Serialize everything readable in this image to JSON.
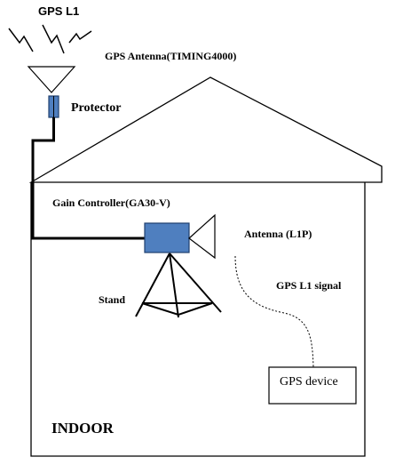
{
  "labels": {
    "gps_l1": "GPS L1",
    "gps_antenna": "GPS Antenna(TIMING4000)",
    "protector": "Protector",
    "gain_controller": "Gain Controller(GA30-V)",
    "antenna_l1p": "Antenna (L1P)",
    "gps_l1_signal": "GPS L1 signal",
    "stand": "Stand",
    "gps_device": "GPS device",
    "indoor": "INDOOR"
  },
  "colors": {
    "device_fill": "#4f7fbf",
    "device_stroke": "#1f3f6f",
    "line": "#000000"
  }
}
